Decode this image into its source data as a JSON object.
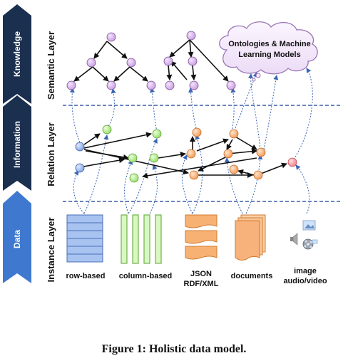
{
  "layers": {
    "knowledge": "Knowledge",
    "information": "Information",
    "data": "Data",
    "semantic": "Semantic Layer",
    "relation": "Relation Layer",
    "instance": "Instance Layer"
  },
  "cloud_line1": "Ontologies & Machine",
  "cloud_line2": "Learning Models",
  "sources": {
    "row": "row-based",
    "column": "column-based",
    "json1": "JSON",
    "json2": "RDF/XML",
    "documents": "documents",
    "media1": "image",
    "media2": "audio/video"
  },
  "caption": "Figure 1: Holistic data model.",
  "colors": {
    "chevron": "#1b2f4f",
    "separator": "#3b5ea8",
    "semantic_node": "#d9b8ec",
    "blue_node": "#9fb9ea",
    "green_node": "#b9ee9a",
    "orange_node": "#f8b27a",
    "red_node": "#f6a0a6"
  }
}
